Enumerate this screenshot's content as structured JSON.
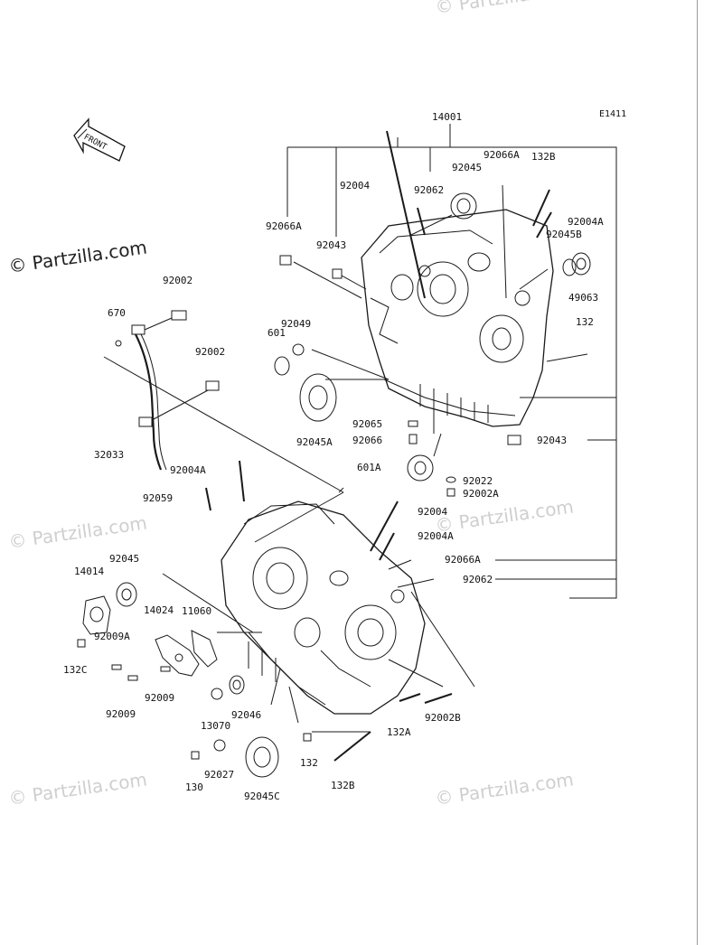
{
  "diagram": {
    "code": "E1411",
    "front_label": "FRONT",
    "watermark": "© Partzilla.com",
    "parts": {
      "p14001": "14001",
      "p92066A_top": "92066A",
      "p132B_top": "132B",
      "p92045_top": "92045",
      "p92004": "92004",
      "p92062_top": "92062",
      "p92004A_right": "92004A",
      "p92045B": "92045B",
      "p92066A_left": "92066A",
      "p92043_top": "92043",
      "p49063": "49063",
      "p132_right": "132",
      "p92002_a": "92002",
      "p670": "670",
      "p92049": "92049",
      "p601": "601",
      "p92002_b": "92002",
      "p92065": "92065",
      "p92066": "92066",
      "p92043_right": "92043",
      "p92045A": "92045A",
      "p32033": "32033",
      "p601A": "601A",
      "p92004A_left": "92004A",
      "p92022": "92022",
      "p92002A": "92002A",
      "p92059": "92059",
      "p92004_mid": "92004",
      "p92004A_mid": "92004A",
      "p92066A_mid": "92066A",
      "p92062_mid": "92062",
      "p92045_left": "92045",
      "p14014": "14014",
      "p14024": "14024",
      "p11060": "11060",
      "p92009A": "92009A",
      "p132C": "132C",
      "p92009_a": "92009",
      "p92009_b": "92009",
      "p92046": "92046",
      "p13070": "13070",
      "p132A": "132A",
      "p92002B": "92002B",
      "p132_bottom": "132",
      "p92027": "92027",
      "p130": "130",
      "p132B_bottom": "132B",
      "p92045C": "92045C"
    }
  }
}
